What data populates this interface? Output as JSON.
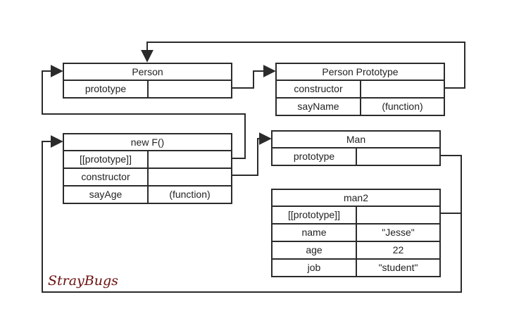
{
  "objects": {
    "person": {
      "title": "Person",
      "rows": [
        {
          "key": "prototype",
          "value": ""
        }
      ]
    },
    "person_prototype": {
      "title": "Person Prototype",
      "rows": [
        {
          "key": "constructor",
          "value": ""
        },
        {
          "key": "sayName",
          "value": "(function)"
        }
      ]
    },
    "new_f": {
      "title": "new F()",
      "rows": [
        {
          "key": "[[prototype]]",
          "value": ""
        },
        {
          "key": "constructor",
          "value": ""
        },
        {
          "key": "sayAge",
          "value": "(function)"
        }
      ]
    },
    "man": {
      "title": "Man",
      "rows": [
        {
          "key": "prototype",
          "value": ""
        }
      ]
    },
    "man2": {
      "title": "man2",
      "rows": [
        {
          "key": "[[prototype]]",
          "value": ""
        },
        {
          "key": "name",
          "value": "\"Jesse\""
        },
        {
          "key": "age",
          "value": "22"
        },
        {
          "key": "job",
          "value": "\"student\""
        }
      ]
    }
  },
  "watermark": "StrayBugs",
  "colors": {
    "stroke": "#2b2b2b",
    "watermark": "#6b0f0f"
  }
}
